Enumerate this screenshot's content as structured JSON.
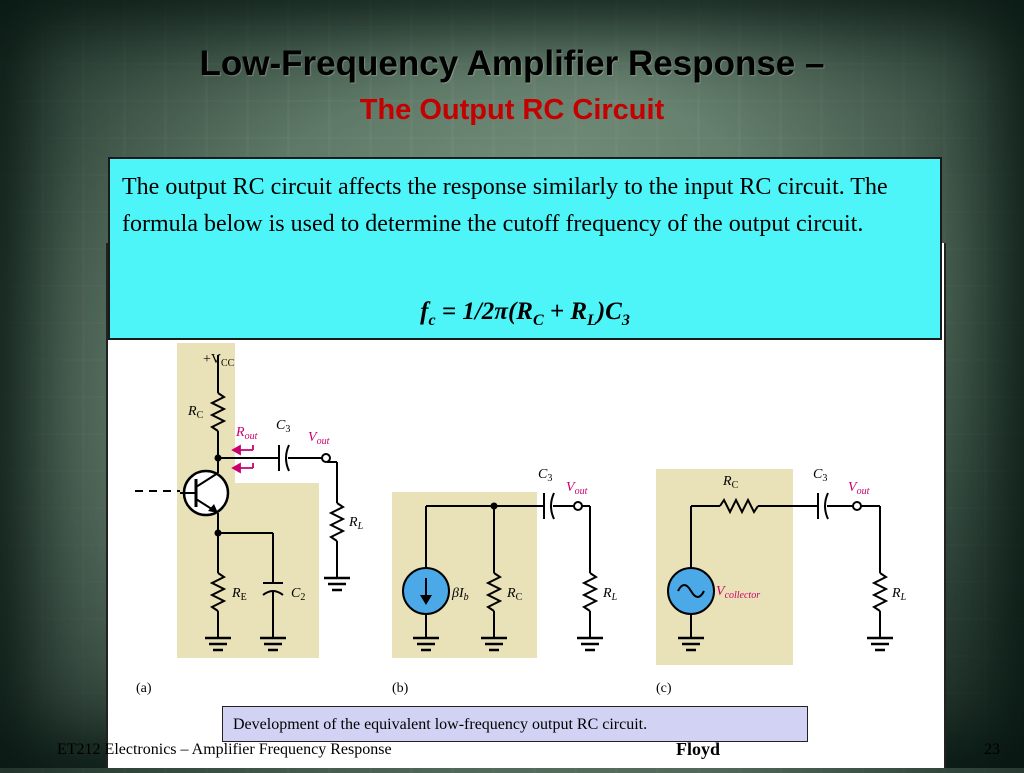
{
  "slide": {
    "title_main": "Low-Frequency Amplifier Response –",
    "title_sub": "The Output RC Circuit",
    "body_text": "The output RC circuit affects the response similarly to the input RC circuit. The formula below is used to determine the cutoff frequency of the output circuit.",
    "formula": {
      "f": "f",
      "f_sub": "c",
      "eq": " = 1/2",
      "pi": "π",
      "open": "(R",
      "rc_sub": "C",
      "plus": " + R",
      "rl_sub": "L",
      "close": ")C",
      "c_sub": "3"
    },
    "caption": "Development of the equivalent low-frequency output RC circuit.",
    "footer_left": "ET212 Electronics – Amplifier Frequency Response",
    "footer_author": "Floyd",
    "page_number": "23"
  },
  "figure": {
    "panel_a": {
      "label": "(a)",
      "vcc": "+V",
      "vcc_sub": "CC",
      "rc": "R",
      "rc_sub": "C",
      "rout": "R",
      "rout_sub": "out",
      "c3": "C",
      "c3_sub": "3",
      "vout": "V",
      "vout_sub": "out",
      "rl": "R",
      "rl_sub": "L",
      "re": "R",
      "re_sub": "E",
      "c2": "C",
      "c2_sub": "2"
    },
    "panel_b": {
      "label": "(b)",
      "c3": "C",
      "c3_sub": "3",
      "vout": "V",
      "vout_sub": "out",
      "beta_ib": "βI",
      "beta_ib_sub": "b",
      "rc": "R",
      "rc_sub": "C",
      "rl": "R",
      "rl_sub": "L"
    },
    "panel_c": {
      "label": "(c)",
      "rc": "R",
      "rc_sub": "C",
      "c3": "C",
      "c3_sub": "3",
      "vout": "V",
      "vout_sub": "out",
      "vcollector": "V",
      "vcollector_sub": "collector",
      "rl": "R",
      "rl_sub": "L"
    },
    "colors": {
      "panel_bg": "#e9e2b8",
      "source_fill": "#4ba9e8",
      "magenta": "#c8006e"
    }
  }
}
